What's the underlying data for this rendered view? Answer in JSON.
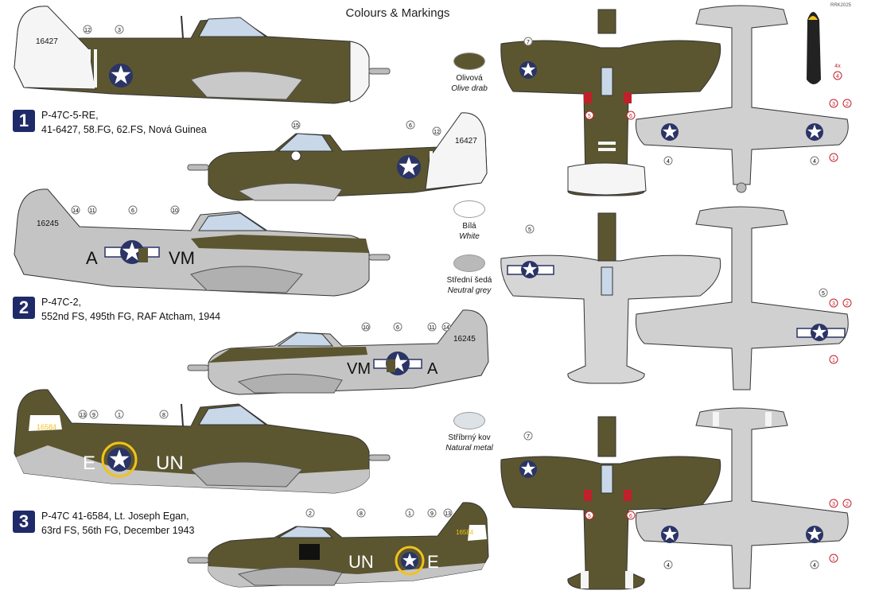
{
  "header": {
    "title": "Colours & Markings",
    "code": "RRK2025"
  },
  "colors": {
    "olive": "#5a5a2e",
    "white": "#f7f7f7",
    "grey": "#b8b8b8",
    "metal": "#d9dde0",
    "insignia": "#2a3466",
    "red": "#c0202a",
    "yellow": "#f2c21a"
  },
  "swatches": [
    {
      "cz": "Olivová",
      "en": "Olive drab",
      "color": "#5b5630"
    },
    {
      "cz": "Bílá",
      "en": "White",
      "color": "#ffffff"
    },
    {
      "cz": "Střední šedá",
      "en": "Neutral grey",
      "color": "#b9b9b9"
    },
    {
      "cz": "Stříbrný kov",
      "en": "Natural metal",
      "color": "#dde2e6"
    }
  ],
  "schemes": [
    {
      "number": "1",
      "line1": "P-47C-5-RE,",
      "line2": "41-6427, 58.FG, 62.FS, Nová Guinea",
      "serial": "16427",
      "code_left": "",
      "code_right": ""
    },
    {
      "number": "2",
      "line1": "P-47C-2,",
      "line2": "552nd FS, 495th FG, RAF Atcham, 1944",
      "serial": "16245",
      "code_left": "A",
      "code_right": "VM"
    },
    {
      "number": "3",
      "line1": "P-47C 41-6584, Lt. Joseph Egan,",
      "line2": "63rd FS, 56th FG, December 1943",
      "serial": "16584",
      "code_left": "E",
      "code_right": "UN"
    }
  ],
  "callouts": {
    "s1_left": [
      "12",
      "3"
    ],
    "s1_right": [
      "15",
      "6",
      "12"
    ],
    "s1_top": [
      "7",
      "5",
      "6"
    ],
    "s1_bottom": [
      "4",
      "4",
      "3",
      "2",
      "1"
    ],
    "s1_prop": "4",
    "prop_qty": "4x",
    "s2_left": [
      "14",
      "11",
      "6",
      "10"
    ],
    "s2_right": [
      "10",
      "6",
      "11",
      "14"
    ],
    "s2_top": [
      "5"
    ],
    "s2_bottom": [
      "5",
      "3",
      "2",
      "1"
    ],
    "s3_left": [
      "13",
      "9",
      "1",
      "8"
    ],
    "s3_right": [
      "2",
      "8",
      "1",
      "9",
      "13"
    ],
    "s3_top": [
      "7",
      "5",
      "6"
    ],
    "s3_bottom": [
      "4",
      "4",
      "3",
      "2",
      "1"
    ]
  }
}
